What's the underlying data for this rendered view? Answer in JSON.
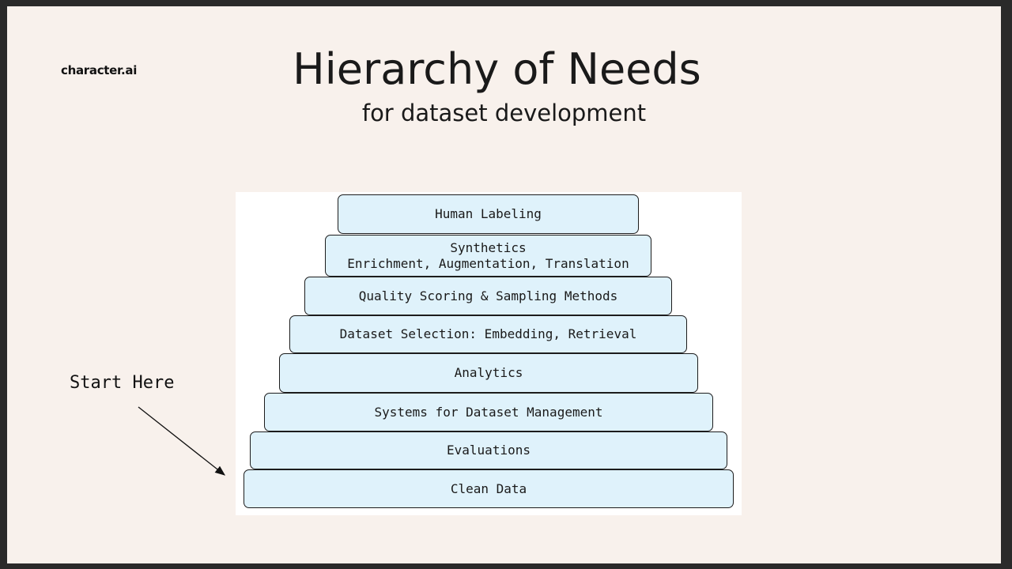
{
  "logo": "character.ai",
  "title": "Hierarchy of Needs",
  "subtitle": "for dataset development",
  "pyramid": {
    "layers": [
      {
        "line1": "Human Labeling",
        "line2": ""
      },
      {
        "line1": "Synthetics",
        "line2": "Enrichment, Augmentation, Translation"
      },
      {
        "line1": "Quality Scoring & Sampling Methods",
        "line2": ""
      },
      {
        "line1": "Dataset Selection: Embedding, Retrieval",
        "line2": ""
      },
      {
        "line1": "Analytics",
        "line2": ""
      },
      {
        "line1": "Systems for Dataset Management",
        "line2": ""
      },
      {
        "line1": "Evaluations",
        "line2": ""
      },
      {
        "line1": "Clean Data",
        "line2": ""
      }
    ]
  },
  "annotation": {
    "label": "Start Here"
  }
}
